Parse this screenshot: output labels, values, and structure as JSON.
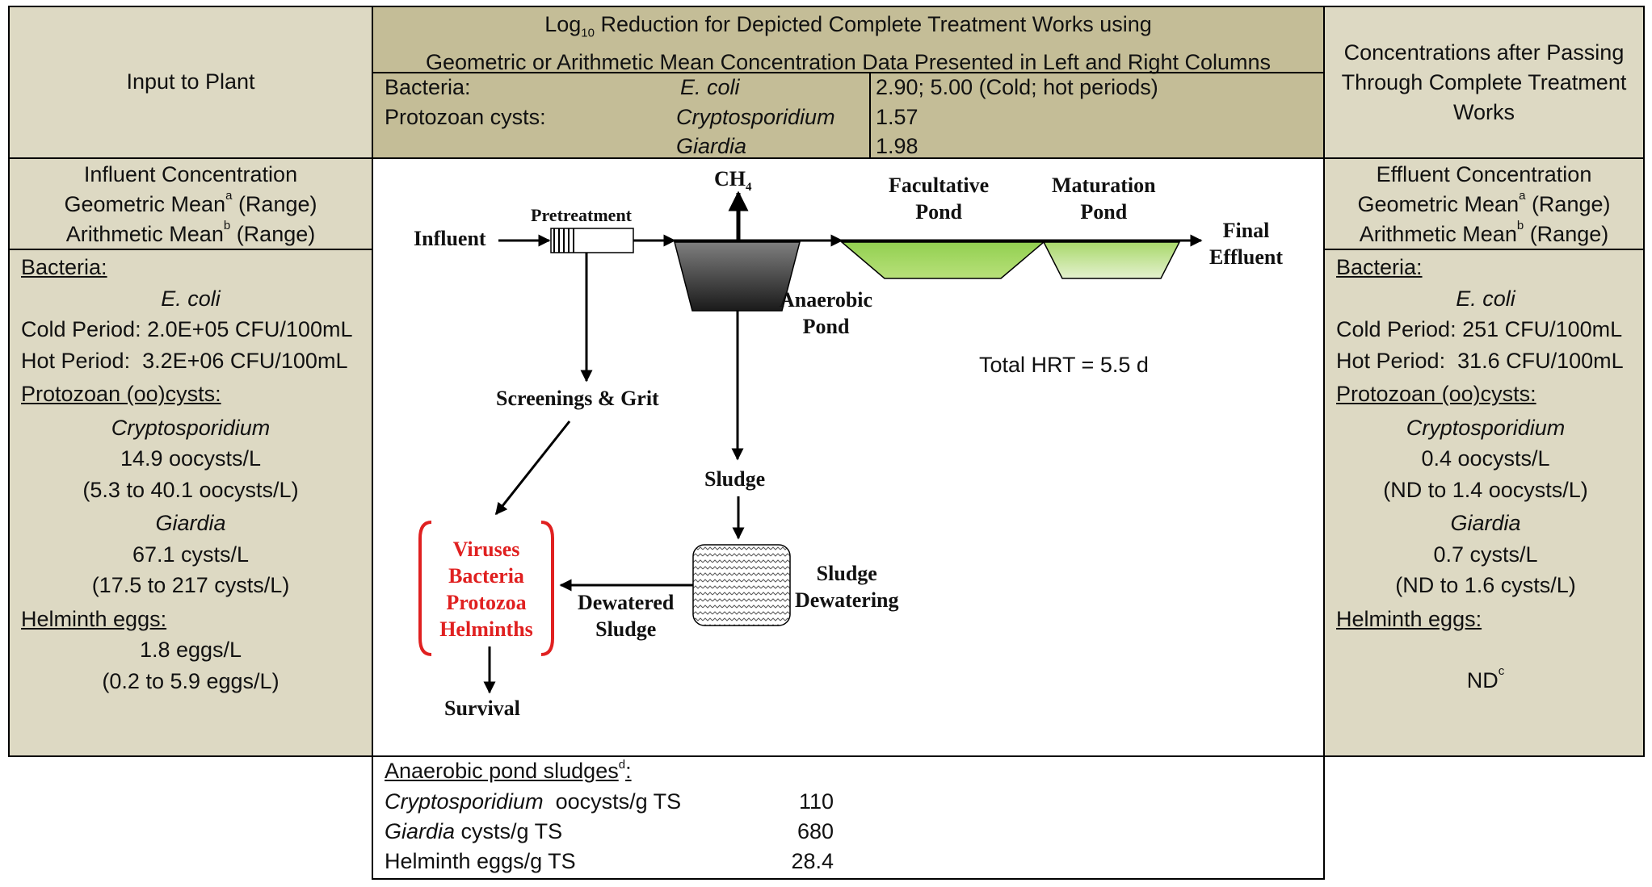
{
  "input_header": "Input to Plant",
  "log_header": {
    "line1_prefix": "Log",
    "line1_sub": "10",
    "line1_rest": " Reduction for Depicted Complete Treatment Works using",
    "line2": "Geometric or Arithmetic Mean Concentration Data Presented in Left and Right Columns"
  },
  "log_rows": [
    {
      "group": "Bacteria:",
      "organism": "E. coli",
      "value": "2.90; 5.00  (Cold; hot periods)"
    },
    {
      "group": "Protozoan cysts:",
      "organism": "Cryptosporidium",
      "value": "1.57"
    },
    {
      "group": "",
      "organism": "Giardia",
      "value": "1.98"
    }
  ],
  "output_header": "Concentrations after Passing Through Complete Treatment Works",
  "influent": {
    "title": "Influent Concentration",
    "geo": "Geometric Mean",
    "geo_sup": "a",
    "geo_rest": " (Range)",
    "arith": "Arithmetic Mean",
    "arith_sup": "b",
    "arith_rest": " (Range)",
    "bacteria_label": "Bacteria:",
    "ecoli": "E. coli",
    "cold": "Cold Period: 2.0E+05 CFU/100mL",
    "hot": "Hot Period:  3.2E+06 CFU/100mL",
    "protozoan_label": "Protozoan (oo)cysts:",
    "crypto": "Cryptosporidium",
    "crypto_value": "14.9 oocysts/L",
    "crypto_range": "(5.3 to 40.1 oocysts/L)",
    "giardia": "Giardia",
    "giardia_value": "67.1 cysts/L",
    "giardia_range": "(17.5 to 217 cysts/L)",
    "helminth_label": "Helminth eggs:",
    "helminth_value": "1.8 eggs/L",
    "helminth_range": "(0.2 to 5.9 eggs/L)"
  },
  "effluent": {
    "title": "Effluent Concentration",
    "geo": "Geometric Mean",
    "geo_sup": "a",
    "geo_rest": " (Range)",
    "arith": "Arithmetic Mean",
    "arith_sup": "b",
    "arith_rest": " (Range)",
    "bacteria_label": "Bacteria:",
    "ecoli": "E. coli",
    "cold": "Cold Period: 251 CFU/100mL",
    "hot": "Hot Period:  31.6 CFU/100mL",
    "protozoan_label": "Protozoan (oo)cysts:",
    "crypto": "Cryptosporidium",
    "crypto_value": "0.4 oocysts/L",
    "crypto_range": "(ND to 1.4 oocysts/L)",
    "giardia": "Giardia",
    "giardia_value": "0.7 cysts/L",
    "giardia_range": "(ND to 1.6 cysts/L)",
    "helminth_label": "Helminth eggs:",
    "helminth_value": "ND",
    "helminth_sup": "c"
  },
  "diagram": {
    "influent": "Influent",
    "pretreatment": "Pretreatment",
    "ch4": "CH",
    "ch4_sub": "4",
    "facultative_1": "Facultative",
    "facultative_2": "Pond",
    "maturation_1": "Maturation",
    "maturation_2": "Pond",
    "final_1": "Final",
    "final_2": "Effluent",
    "anaerobic_1": "Anaerobic",
    "anaerobic_2": "Pond",
    "hrt": "Total HRT = 5.5 d",
    "screenings": "Screenings & Grit",
    "sludge": "Sludge",
    "pathogens": [
      "Viruses",
      "Bacteria",
      "Protozoa",
      "Helminths"
    ],
    "dewatered_1": "Dewatered",
    "dewatered_2": "Sludge",
    "dewatering_1": "Sludge",
    "dewatering_2": "Dewatering",
    "survival": "Survival"
  },
  "sludge_table": {
    "title": "Anaerobic pond sludges",
    "title_sup": "d",
    "title_end": ":",
    "rows": [
      {
        "organism": "Cryptosporidium",
        "unit": "  oocysts/g TS",
        "value": "110"
      },
      {
        "organism": "Giardia",
        "unit": " cysts/g TS",
        "value": "680"
      },
      {
        "organism": "",
        "unit": "Helminth eggs/g TS",
        "value": "28.4"
      }
    ]
  },
  "colors": {
    "tan": "#ddd9c3",
    "olive": "#c4bd97",
    "pond_green": "#92d050",
    "pond_dark": "#333333",
    "pathogen_red": "#e02020"
  }
}
